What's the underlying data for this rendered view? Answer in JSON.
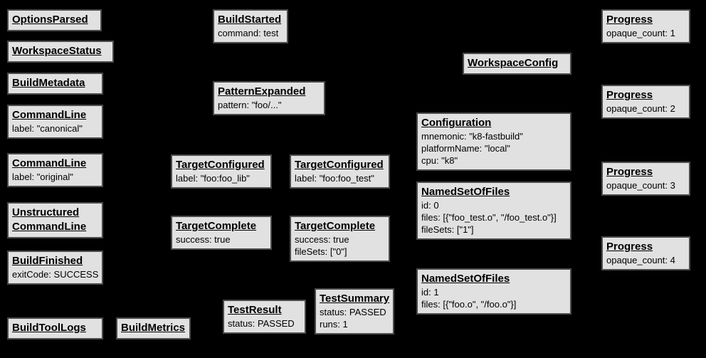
{
  "diagram": {
    "background_color": "#000000",
    "node_fill_color": "#e1e1e1",
    "node_border_color": "#4b4b4b",
    "node_text_color": "#000000"
  },
  "nodes": [
    {
      "id": "options-parsed",
      "title": "OptionsParsed",
      "lines": []
    },
    {
      "id": "workspace-status",
      "title": "WorkspaceStatus",
      "lines": []
    },
    {
      "id": "build-metadata",
      "title": "BuildMetadata",
      "lines": []
    },
    {
      "id": "command-line-canonical",
      "title": "CommandLine",
      "lines": [
        "label: \"canonical\""
      ]
    },
    {
      "id": "command-line-original",
      "title": "CommandLine",
      "lines": [
        "label: \"original\""
      ]
    },
    {
      "id": "unstructured-command-line",
      "title": "Unstructured",
      "title2": "CommandLine",
      "lines": []
    },
    {
      "id": "build-finished",
      "title": "BuildFinished",
      "lines": [
        "exitCode: SUCCESS"
      ]
    },
    {
      "id": "build-tool-logs",
      "title": "BuildToolLogs",
      "lines": []
    },
    {
      "id": "build-metrics",
      "title": "BuildMetrics",
      "lines": []
    },
    {
      "id": "build-started",
      "title": "BuildStarted",
      "lines": [
        "command: test"
      ]
    },
    {
      "id": "pattern-expanded",
      "title": "PatternExpanded",
      "lines": [
        "pattern: \"foo/...\""
      ]
    },
    {
      "id": "target-configured-foo-lib",
      "title": "TargetConfigured",
      "lines": [
        "label: \"foo:foo_lib\""
      ]
    },
    {
      "id": "target-configured-foo-test",
      "title": "TargetConfigured",
      "lines": [
        "label: \"foo:foo_test\""
      ]
    },
    {
      "id": "target-complete-lib",
      "title": "TargetComplete",
      "lines": [
        "success: true"
      ]
    },
    {
      "id": "target-complete-test",
      "title": "TargetComplete",
      "lines": [
        "success: true",
        "fileSets: [\"0\"]"
      ]
    },
    {
      "id": "test-result",
      "title": "TestResult",
      "lines": [
        "status: PASSED"
      ]
    },
    {
      "id": "test-summary",
      "title": "TestSummary",
      "lines": [
        "status: PASSED",
        "runs: 1"
      ]
    },
    {
      "id": "workspace-config",
      "title": "WorkspaceConfig",
      "lines": []
    },
    {
      "id": "configuration",
      "title": "Configuration",
      "lines": [
        "mnemonic: \"k8-fastbuild\"",
        "platformName: \"local\"",
        "cpu: \"k8\""
      ]
    },
    {
      "id": "named-set-of-files-0",
      "title": "NamedSetOfFiles",
      "lines": [
        "id: 0",
        "files: [{\"foo_test.o\", \"/foo_test.o\"}]",
        "fileSets: [\"1\"]"
      ]
    },
    {
      "id": "named-set-of-files-1",
      "title": "NamedSetOfFiles",
      "lines": [
        "id: 1",
        "files: [{\"foo.o\", \"/foo.o\"}]"
      ]
    },
    {
      "id": "progress-1",
      "title": "Progress",
      "lines": [
        "opaque_count: 1"
      ]
    },
    {
      "id": "progress-2",
      "title": "Progress",
      "lines": [
        "opaque_count: 2"
      ]
    },
    {
      "id": "progress-3",
      "title": "Progress",
      "lines": [
        "opaque_count: 3"
      ]
    },
    {
      "id": "progress-4",
      "title": "Progress",
      "lines": [
        "opaque_count: 4"
      ]
    }
  ]
}
